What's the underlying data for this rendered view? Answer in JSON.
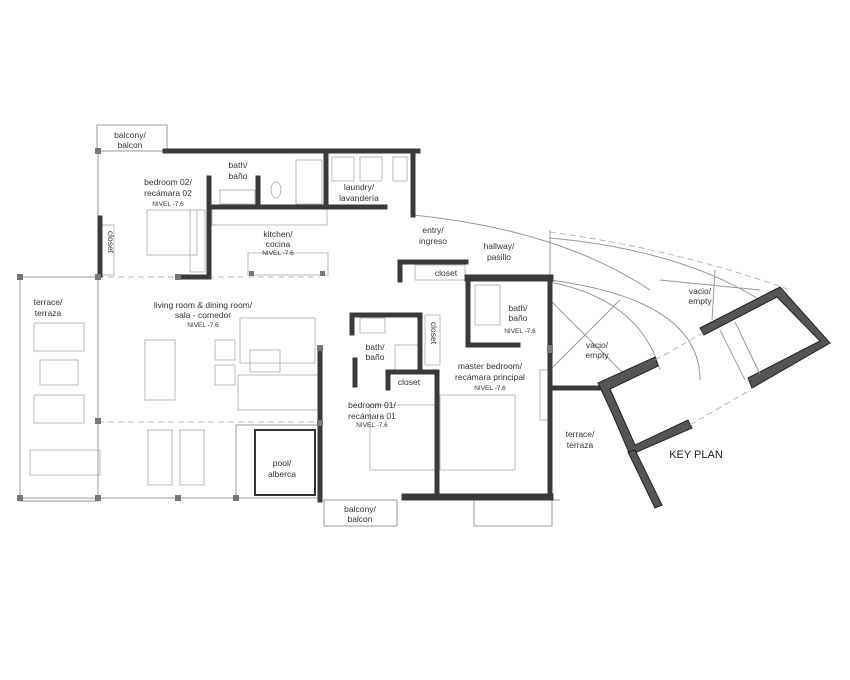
{
  "plan": {
    "title": "KEY PLAN",
    "rooms": {
      "balcony_top": {
        "l1": "balcony/",
        "l2": "balcon"
      },
      "bedroom02": {
        "l1": "bedroom 02/",
        "l2": "recámara 02",
        "level": "NIVEL  -7.6"
      },
      "bath_top": {
        "l1": "bath/",
        "l2": "baño"
      },
      "laundry": {
        "l1": "laundry/",
        "l2": "lavandería"
      },
      "closet_bed02": {
        "l1": "closet"
      },
      "kitchen": {
        "l1": "kitchen/",
        "l2": "cocina",
        "level": "NIVEL  -7.6"
      },
      "entry": {
        "l1": "entry/",
        "l2": "ingreso"
      },
      "hallway": {
        "l1": "hallway/",
        "l2": "pasillo"
      },
      "closet_entry": {
        "l1": "closet"
      },
      "living": {
        "l1": "living room & dining room/",
        "l2": "sala - comedor",
        "level": "NIVEL  -7.6"
      },
      "terrace_left": {
        "l1": "terrace/",
        "l2": "terraza"
      },
      "bath_bed01": {
        "l1": "bath/",
        "l2": "baño"
      },
      "closet_vertical": {
        "l1": "closet"
      },
      "bath_master": {
        "l1": "bath/",
        "l2": "baño",
        "level": "NIVEL  -7.6"
      },
      "vacio_1": {
        "l1": "vacio/",
        "l2": "empty"
      },
      "vacio_2": {
        "l1": "vacio/",
        "l2": "empty"
      },
      "closet_bed01": {
        "l1": "closet"
      },
      "master_bedroom": {
        "l1": "master bedroom/",
        "l2": "recámara principal",
        "level": "NIVEL  -7.6"
      },
      "bedroom01": {
        "l1": "bedroom 01/",
        "l2": "recámara 01",
        "level": "NIVEL  -7.6"
      },
      "pool": {
        "l1": "pool/",
        "l2": "alberca"
      },
      "terrace_right": {
        "l1": "terrace/",
        "l2": "terraza"
      },
      "balcony_bottom": {
        "l1": "balcony/",
        "l2": "balcon"
      }
    }
  }
}
